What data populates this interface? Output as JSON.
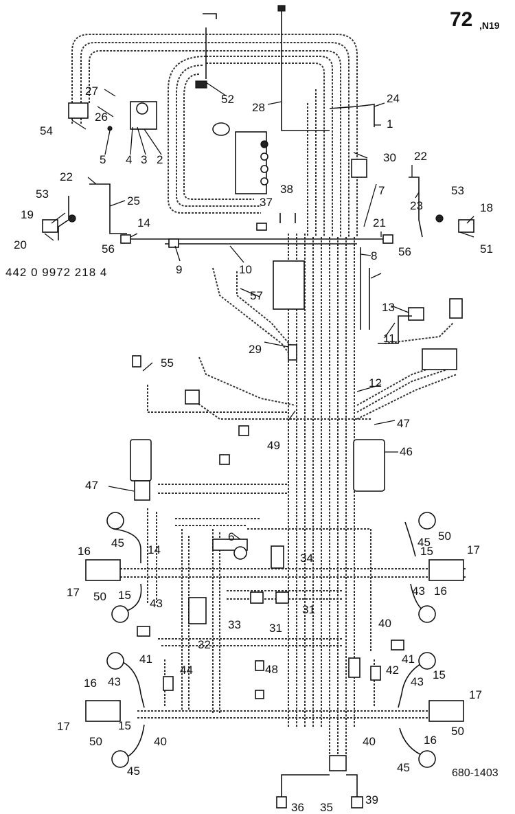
{
  "header": {
    "page_number": "72",
    "page_suffix": ",N19"
  },
  "part_number": "442 0 9972 218 4",
  "figure_code": "680-1403",
  "callouts": [
    {
      "id": "c1",
      "text": "1"
    },
    {
      "id": "c2",
      "text": "2"
    },
    {
      "id": "c3",
      "text": "3"
    },
    {
      "id": "c4",
      "text": "4"
    },
    {
      "id": "c5",
      "text": "5"
    },
    {
      "id": "c6",
      "text": "6"
    },
    {
      "id": "c7",
      "text": "7"
    },
    {
      "id": "c8",
      "text": "8"
    },
    {
      "id": "c9",
      "text": "9"
    },
    {
      "id": "c10",
      "text": "10"
    },
    {
      "id": "c11",
      "text": "11"
    },
    {
      "id": "c12",
      "text": "12"
    },
    {
      "id": "c13",
      "text": "13"
    },
    {
      "id": "c14a",
      "text": "14"
    },
    {
      "id": "c14b",
      "text": "14"
    },
    {
      "id": "c15a",
      "text": "15"
    },
    {
      "id": "c15b",
      "text": "15"
    },
    {
      "id": "c15c",
      "text": "15"
    },
    {
      "id": "c15d",
      "text": "15"
    },
    {
      "id": "c16a",
      "text": "16"
    },
    {
      "id": "c16b",
      "text": "16"
    },
    {
      "id": "c16c",
      "text": "16"
    },
    {
      "id": "c16d",
      "text": "16"
    },
    {
      "id": "c17a",
      "text": "17"
    },
    {
      "id": "c17b",
      "text": "17"
    },
    {
      "id": "c17c",
      "text": "17"
    },
    {
      "id": "c17d",
      "text": "17"
    },
    {
      "id": "c18",
      "text": "18"
    },
    {
      "id": "c19",
      "text": "19"
    },
    {
      "id": "c20",
      "text": "20"
    },
    {
      "id": "c21",
      "text": "21"
    },
    {
      "id": "c22a",
      "text": "22"
    },
    {
      "id": "c22b",
      "text": "22"
    },
    {
      "id": "c23",
      "text": "23"
    },
    {
      "id": "c24",
      "text": "24"
    },
    {
      "id": "c25",
      "text": "25"
    },
    {
      "id": "c26",
      "text": "26"
    },
    {
      "id": "c27",
      "text": "27"
    },
    {
      "id": "c28",
      "text": "28"
    },
    {
      "id": "c29",
      "text": "29"
    },
    {
      "id": "c30",
      "text": "30"
    },
    {
      "id": "c31a",
      "text": "31"
    },
    {
      "id": "c31b",
      "text": "31"
    },
    {
      "id": "c32",
      "text": "32"
    },
    {
      "id": "c33",
      "text": "33"
    },
    {
      "id": "c34",
      "text": "34"
    },
    {
      "id": "c35",
      "text": "35"
    },
    {
      "id": "c36",
      "text": "36"
    },
    {
      "id": "c37",
      "text": "37"
    },
    {
      "id": "c38",
      "text": "38"
    },
    {
      "id": "c39",
      "text": "39"
    },
    {
      "id": "c40a",
      "text": "40"
    },
    {
      "id": "c40b",
      "text": "40"
    },
    {
      "id": "c40c",
      "text": "40"
    },
    {
      "id": "c41a",
      "text": "41"
    },
    {
      "id": "c41b",
      "text": "41"
    },
    {
      "id": "c42",
      "text": "42"
    },
    {
      "id": "c43a",
      "text": "43"
    },
    {
      "id": "c43b",
      "text": "43"
    },
    {
      "id": "c43c",
      "text": "43"
    },
    {
      "id": "c43d",
      "text": "43"
    },
    {
      "id": "c44",
      "text": "44"
    },
    {
      "id": "c45a",
      "text": "45"
    },
    {
      "id": "c45b",
      "text": "45"
    },
    {
      "id": "c45c",
      "text": "45"
    },
    {
      "id": "c45d",
      "text": "45"
    },
    {
      "id": "c46",
      "text": "46"
    },
    {
      "id": "c47a",
      "text": "47"
    },
    {
      "id": "c47b",
      "text": "47"
    },
    {
      "id": "c48",
      "text": "48"
    },
    {
      "id": "c49",
      "text": "49"
    },
    {
      "id": "c50a",
      "text": "50"
    },
    {
      "id": "c50b",
      "text": "50"
    },
    {
      "id": "c50c",
      "text": "50"
    },
    {
      "id": "c50d",
      "text": "50"
    },
    {
      "id": "c51",
      "text": "51"
    },
    {
      "id": "c52",
      "text": "52"
    },
    {
      "id": "c53a",
      "text": "53"
    },
    {
      "id": "c53b",
      "text": "53"
    },
    {
      "id": "c54",
      "text": "54"
    },
    {
      "id": "c55",
      "text": "55"
    },
    {
      "id": "c56a",
      "text": "56"
    },
    {
      "id": "c56b",
      "text": "56"
    },
    {
      "id": "c57",
      "text": "57"
    }
  ]
}
